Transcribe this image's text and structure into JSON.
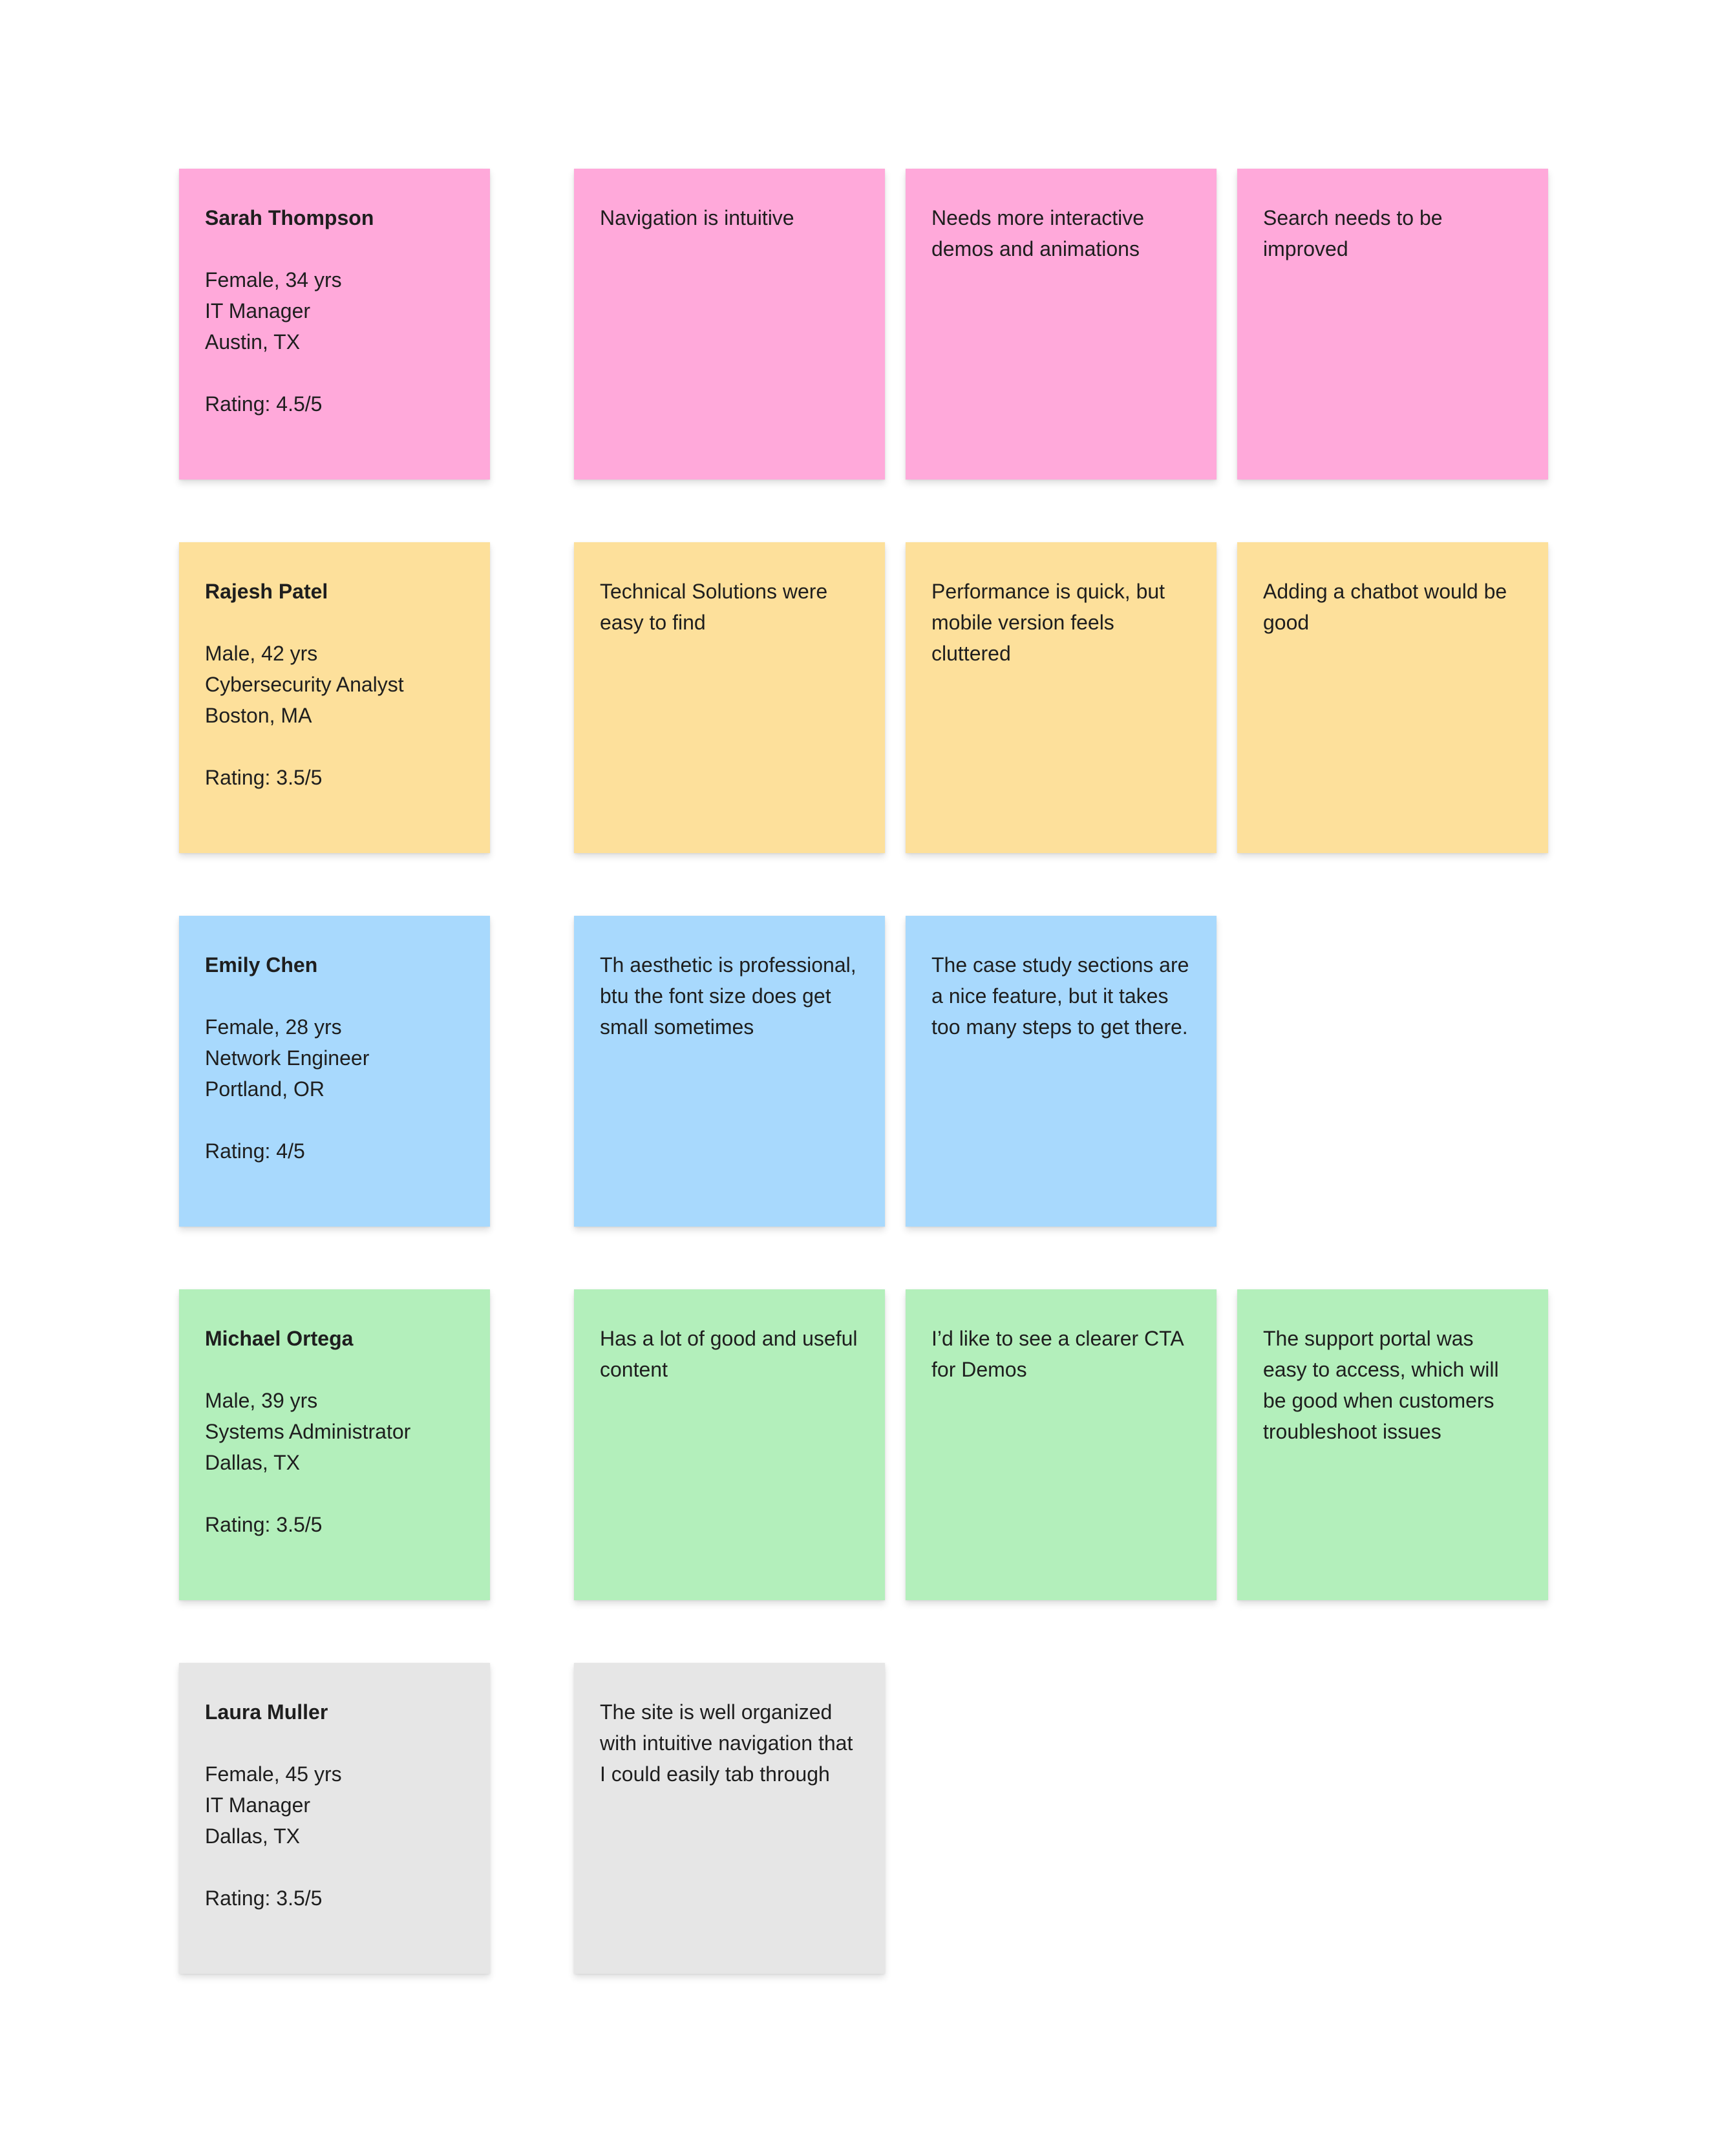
{
  "colors": {
    "pink": "#ffa9da",
    "yellow": "#fde09b",
    "blue": "#a8d9fd",
    "green": "#b3efbb",
    "gray": "#e6e6e6"
  },
  "rows": [
    {
      "person": {
        "name": "Sarah Thompson",
        "demographics": "Female, 34 yrs",
        "role": "IT Manager",
        "location": "Austin, TX",
        "rating": "Rating: 4.5/5"
      },
      "feedback": [
        "Navigation is intuitive",
        "Needs more interactive demos and animations",
        "Search needs to be improved"
      ]
    },
    {
      "person": {
        "name": "Rajesh Patel",
        "demographics": "Male, 42 yrs",
        "role": "Cybersecurity Analyst",
        "location": "Boston, MA",
        "rating": "Rating: 3.5/5"
      },
      "feedback": [
        "Technical Solutions were easy to find",
        "Performance is quick, but mobile version feels cluttered",
        "Adding a chatbot would be good"
      ]
    },
    {
      "person": {
        "name": "Emily Chen",
        "demographics": "Female, 28 yrs",
        "role": "Network Engineer",
        "location": "Portland, OR",
        "rating": "Rating: 4/5"
      },
      "feedback": [
        "Th aesthetic is professional, btu the font size does get small sometimes",
        "The case study sections are a nice feature, but it takes too many steps to get there."
      ]
    },
    {
      "person": {
        "name": "Michael Ortega",
        "demographics": "Male, 39 yrs",
        "role": "Systems Administrator",
        "location": "Dallas, TX",
        "rating": "Rating: 3.5/5"
      },
      "feedback": [
        "Has a lot of good and useful content",
        "I’d like to see a clearer CTA for Demos",
        "The support portal was easy to access, which will be good when customers troubleshoot issues"
      ]
    },
    {
      "person": {
        "name": "Laura Muller",
        "demographics": "Female, 45 yrs",
        "role": "IT Manager",
        "location": "Dallas, TX",
        "rating": "Rating: 3.5/5"
      },
      "feedback": [
        "The site is well organized with intuitive navigation that I could easily tab through"
      ]
    }
  ]
}
